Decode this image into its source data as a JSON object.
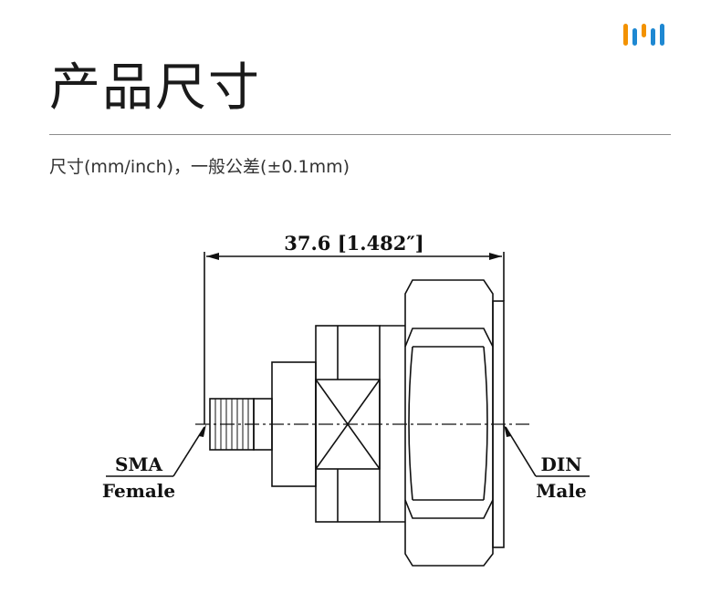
{
  "header": {
    "title": "产品尺寸",
    "subtitle": "尺寸(mm/inch)，一般公差(±0.1mm)",
    "logo_colors": [
      "#f39200",
      "#1e88d2",
      "#f39200",
      "#1e88d2",
      "#1e88d2"
    ]
  },
  "drawing": {
    "overall_dimension": "37.6 [1.482″]",
    "left_label_line1": "SMA",
    "left_label_line2": "Female",
    "right_label_line1": "DIN",
    "right_label_line2": "Male"
  }
}
